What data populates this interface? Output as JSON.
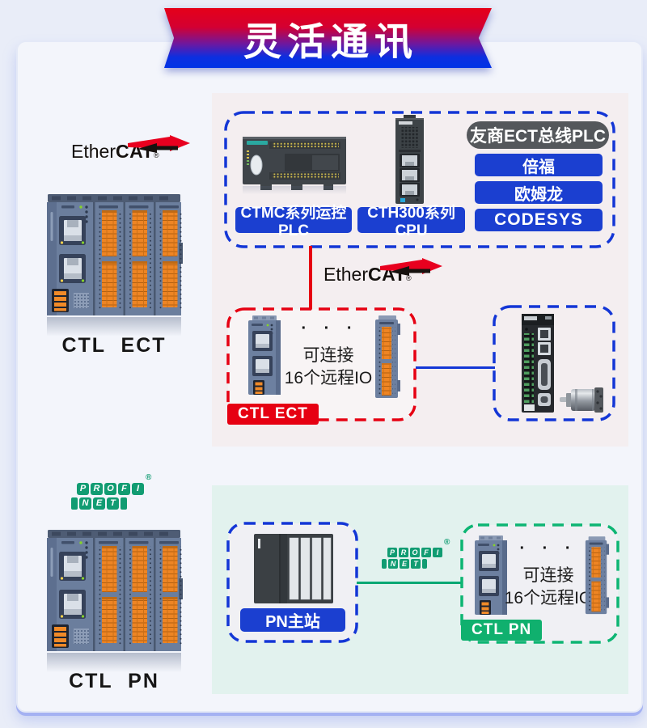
{
  "banner": {
    "title": "灵活通讯"
  },
  "ethercat": {
    "logo": {
      "ether": "Ether",
      "cat": "CAT",
      "reg": "®"
    },
    "device_label": "CTL ECT",
    "masters_box": {
      "ctmc_label": "CTMC系列运控PLC",
      "cth300_label": "CTH300系列CPU",
      "partner_header": "友商ECT总线PLC",
      "partners": [
        "倍福",
        "欧姆龙",
        "CODESYS"
      ]
    },
    "remote_box": {
      "dots": "· · ·",
      "capacity_line1": "可连接",
      "capacity_line2": "16个远程IO",
      "badge": "CTL ECT"
    }
  },
  "profinet": {
    "logo": {
      "row1": [
        "P",
        "R",
        "O",
        "F",
        "I"
      ],
      "row2": [
        "N",
        "E",
        "T"
      ],
      "reg": "®"
    },
    "device_label": "CTL PN",
    "master_box": {
      "label": "PN主站"
    },
    "remote_box": {
      "dots": "· · ·",
      "capacity_line1": "可连接",
      "capacity_line2": "16个远程IO",
      "badge": "CTL PN"
    }
  },
  "colors": {
    "banner_red": "#e50019",
    "banner_blue": "#0033e6",
    "accent_blue": "#1b3fd0",
    "dash_blue": "#1336d6",
    "accent_red": "#e60012",
    "accent_green": "#10b06e",
    "profinet_green": "#119c72",
    "panel_pink": "#f4eef0",
    "panel_teal": "#e2f2ee"
  }
}
